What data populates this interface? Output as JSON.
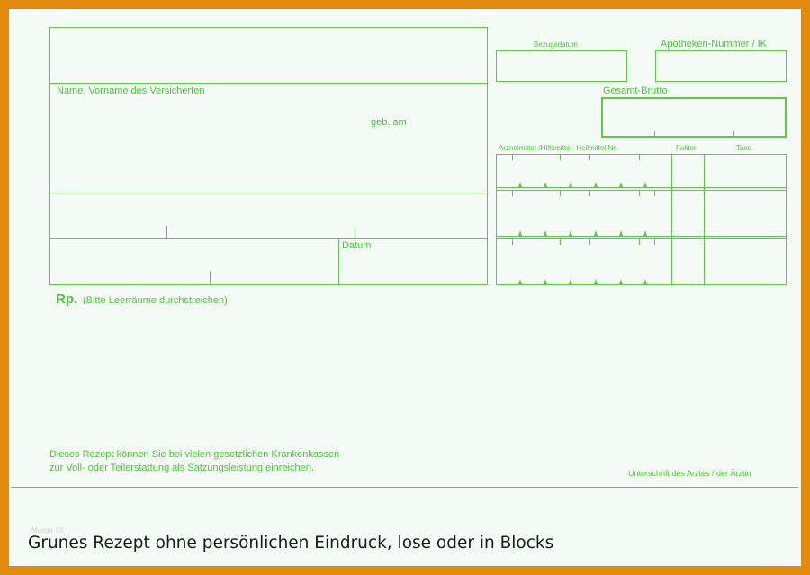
{
  "form": {
    "insured_name_label": "Name, Vorname des Versicherten",
    "dob_label": "geb. am",
    "date_label": "Datum",
    "issue_date_label": "Bezugsdatum",
    "pharmacy_number_label": "Apotheken-Nummer / IK",
    "total_gross_label": "Gesamt-Brutto",
    "item_number_label": "Arzneimittel-/Hilfsmittel- Heilmittel-Nr.",
    "factor_label": "Faktor",
    "fee_label": "Taxe",
    "rp_label": "Rp.",
    "rp_hint": "(Bitte Leerräume durchstreichen)",
    "notice_line1": "Dieses Rezept können Sie bei vielen gesetzlichen Krankenkassen",
    "notice_line2": "zur Voll- oder Teilerstattung als Satzungsleistung einreichen.",
    "signature_label": "Unterschrift des Arztes / der Ärztin"
  },
  "caption": "Grunes Rezept ohne persönlichen Eindruck, lose oder in Blocks",
  "faint_text": "Muster 16",
  "colors": {
    "frame": "#e08a10",
    "paper": "#f4fbf5",
    "form_green": "#4cc43a",
    "caption_text": "#1a1a1a"
  }
}
